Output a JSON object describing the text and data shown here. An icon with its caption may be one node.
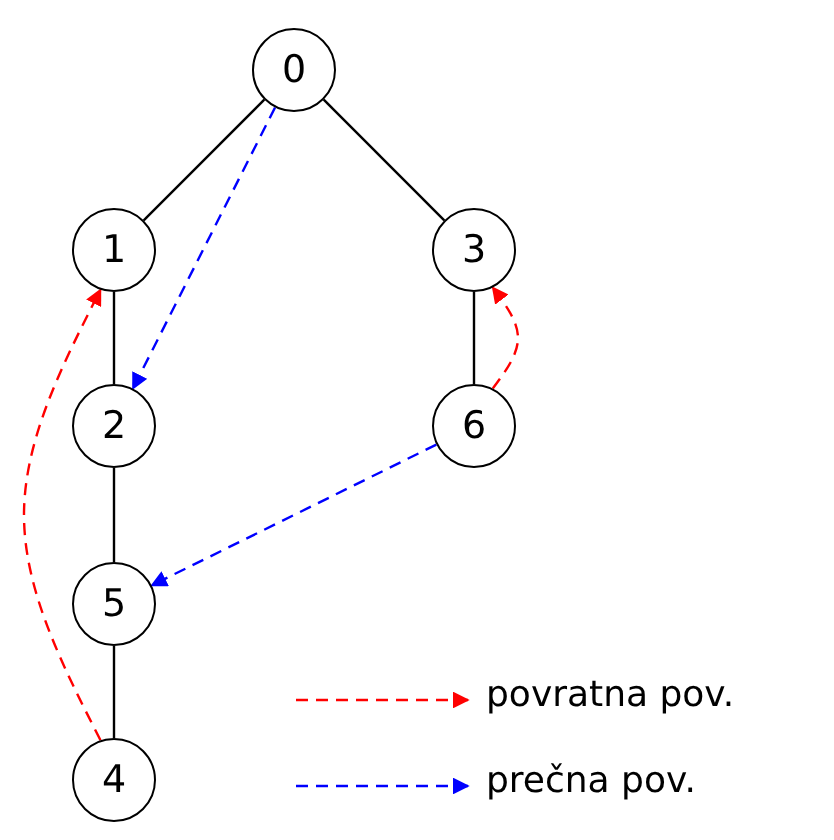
{
  "diagram": {
    "nodes": [
      {
        "text": [
          "0"
        ]
      },
      {
        "text": [
          "1"
        ]
      },
      {
        "text": [
          "3"
        ]
      },
      {
        "text": [
          "2"
        ]
      },
      {
        "text": [
          "6"
        ]
      },
      {
        "text": [
          "5"
        ]
      },
      {
        "text": [
          "4"
        ]
      }
    ],
    "edges": [
      {
        "from": 0,
        "to": 1,
        "arrow": "none"
      },
      {
        "from": 0,
        "to": 2,
        "arrow": "none"
      },
      {
        "from": 1,
        "to": 3,
        "arrow": "none"
      },
      {
        "from": 2,
        "to": 4,
        "arrow": "none"
      },
      {
        "from": 3,
        "to": 5,
        "arrow": "none"
      },
      {
        "from": 5,
        "to": 6,
        "arrow": "none"
      },
      {
        "from": 0,
        "to": 3,
        "arrow": "to",
        "style": "dashed",
        "color": "#0000ff"
      },
      {
        "from": 4,
        "to": 2,
        "arrow": "to",
        "style": "dashed",
        "color": "#ff0000"
      },
      {
        "from": 4,
        "to": 5,
        "arrow": "to",
        "style": "dashed",
        "color": "#0000ff"
      },
      {
        "from": 6,
        "to": 1,
        "arrow": "to",
        "style": "dashed",
        "color": "#ff0000"
      }
    ],
    "legend": [
      {
        "text": "povratna pov."
      },
      {
        "text": "prečna pov."
      }
    ]
  }
}
